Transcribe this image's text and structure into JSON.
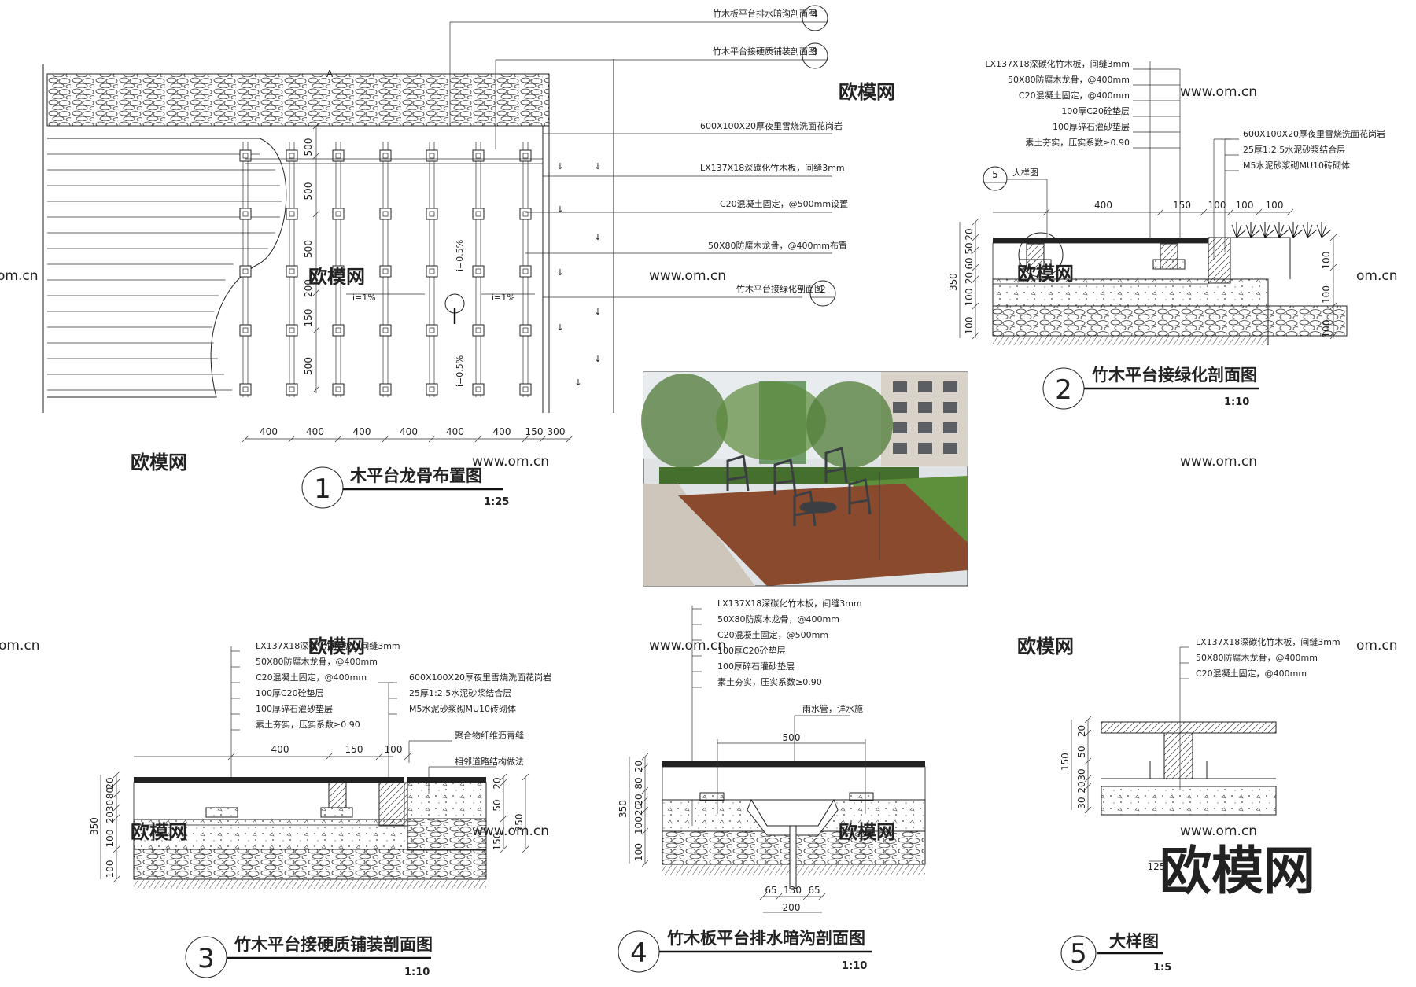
{
  "watermark": {
    "brand": "欧模网",
    "url": "www.om.cn",
    "url_short": "om.cn"
  },
  "drawing1": {
    "number": "1",
    "title": "木平台龙骨布置图",
    "scale": "1:25",
    "callouts": [
      "竹木板平台排水暗沟剖面图",
      "竹木平台接硬质铺装剖面图",
      "600X100X20厚夜里雪烧洗面花岗岩",
      "LX137X18深碳化竹木板，间缝3mm",
      "C20混凝土固定，@500mm设置",
      "50X80防腐木龙骨，@400mm布置",
      "竹木平台接绿化剖面图"
    ],
    "callout_refs": [
      "4",
      "3",
      "2"
    ],
    "dims_bottom": [
      "400",
      "400",
      "400",
      "400",
      "400",
      "400",
      "150",
      "300"
    ],
    "dims_side": [
      "500",
      "500",
      "500",
      "200",
      "150",
      "500"
    ],
    "slopes": [
      "i=1%",
      "i=1%",
      "i=0.5%",
      "i=0.5%"
    ],
    "section_mark": "A"
  },
  "drawing2": {
    "number": "2",
    "title": "竹木平台接绿化剖面图",
    "scale": "1:10",
    "labels_left": [
      "LX137X18深碳化竹木板，间缝3mm",
      "50X80防腐木龙骨，@400mm",
      "C20混凝土固定，@400mm",
      "100厚C20砼垫层",
      "100厚碎石灌砂垫层",
      "素土夯实，压实系数≥0.90"
    ],
    "labels_right": [
      "600X100X20厚夜里雪烧洗面花岗岩",
      "25厚1:2.5水泥砂浆结合层",
      "M5水泥砂浆砌MU10砖砌体"
    ],
    "detail_ref": "5",
    "detail_label": "大样图",
    "dims_top": [
      "400",
      "150",
      "100",
      "100",
      "100"
    ],
    "dims_left": [
      "20",
      "50",
      "60",
      "20",
      "100",
      "100"
    ],
    "dims_total": "350",
    "dims_right": [
      "100",
      "100",
      "100"
    ]
  },
  "drawing3": {
    "number": "3",
    "title": "竹木平台接硬质铺装剖面图",
    "scale": "1:10",
    "labels_left": [
      "LX137X18深碳化竹木板，间缝3mm",
      "50X80防腐木龙骨，@400mm",
      "C20混凝土固定，@400mm",
      "100厚C20砼垫层",
      "100厚碎石灌砂垫层",
      "素土夯实，压实系数≥0.90"
    ],
    "labels_right": [
      "600X100X20厚夜里雪烧洗面花岗岩",
      "25厚1:2.5水泥砂浆结合层",
      "M5水泥砂浆砌MU10砖砌体",
      "聚合物纤维沥青缝",
      "相邻道路结构做法"
    ],
    "dims_top": [
      "400",
      "150",
      "100"
    ],
    "dims_left": [
      "20",
      "80",
      "30",
      "20",
      "100",
      "100"
    ],
    "dims_total": "350",
    "dims_right": [
      "20",
      "50",
      "150",
      "250"
    ]
  },
  "drawing4": {
    "number": "4",
    "title": "竹木板平台排水暗沟剖面图",
    "scale": "1:10",
    "labels": [
      "LX137X18深碳化竹木板，间缝3mm",
      "50X80防腐木龙骨，@400mm",
      "C20混凝土固定，@500mm",
      "100厚C20砼垫层",
      "100厚碎石灌砂垫层",
      "素土夯实，压实系数≥0.90"
    ],
    "drain_label": "雨水管，详水施",
    "dims_top": [
      "500"
    ],
    "dims_left": [
      "20",
      "80",
      "20",
      "20",
      "100",
      "100"
    ],
    "dims_total": "350",
    "dims_bottom": [
      "65",
      "130",
      "65"
    ],
    "dims_bottom_total": "200"
  },
  "drawing5": {
    "number": "5",
    "title": "大样图",
    "scale": "1:5",
    "labels": [
      "LX137X18深碳化竹木板，间缝3mm",
      "50X80防腐木龙骨，@400mm",
      "C20混凝土固定，@400mm"
    ],
    "dims_left": [
      "20",
      "50",
      "30",
      "20",
      "30"
    ],
    "dims_total": "150",
    "dims_bottom": [
      "125"
    ]
  },
  "colors": {
    "line": "#222222",
    "deck_wood": "#8a4a2e",
    "lawn": "#5e8f3a",
    "paving": "#cfc6bb",
    "trees": "#4d7a35",
    "building": "#d8d2c8",
    "watermark_grey": "#d9d9d9"
  }
}
